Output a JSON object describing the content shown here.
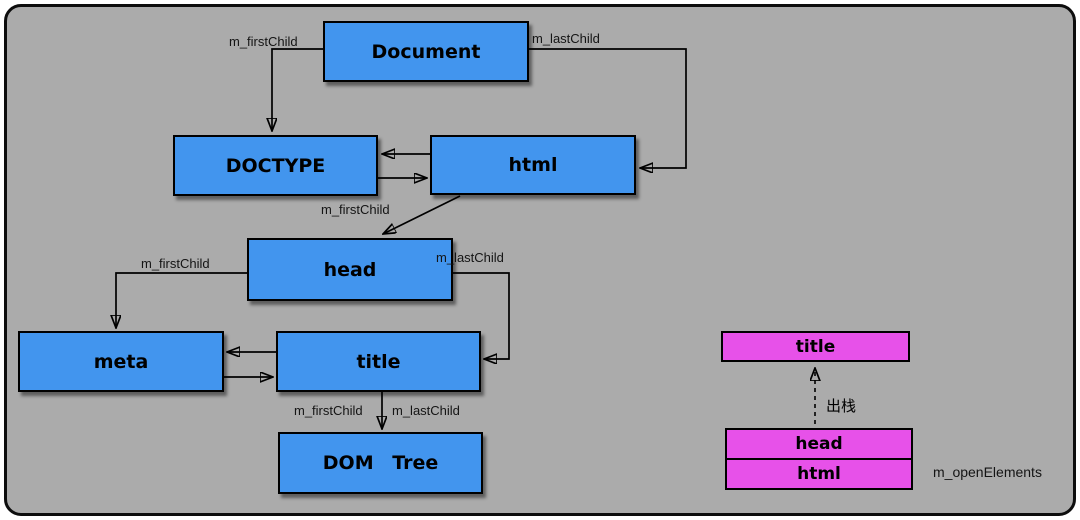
{
  "colors": {
    "node_fill": "#4295EE",
    "stack_fill": "#E751E9",
    "canvas_bg": "#ABABAB",
    "line": "#000000"
  },
  "tree": {
    "document": "Document",
    "doctype": "DOCTYPE",
    "html": "html",
    "head": "head",
    "meta": "meta",
    "title": "title",
    "dom_tree": "DOM Tree"
  },
  "edges": {
    "document_firstChild": "m_firstChild",
    "document_lastChild": "m_lastChild",
    "html_firstChild": "m_firstChild",
    "head_firstChild": "m_firstChild",
    "head_lastChild": "m_lastChild",
    "title_firstChild": "m_firstChild",
    "title_lastChild": "m_lastChild"
  },
  "stack": {
    "popped": "title",
    "pop_action": "出栈",
    "items": [
      "head",
      "html"
    ],
    "name": "m_openElements"
  }
}
